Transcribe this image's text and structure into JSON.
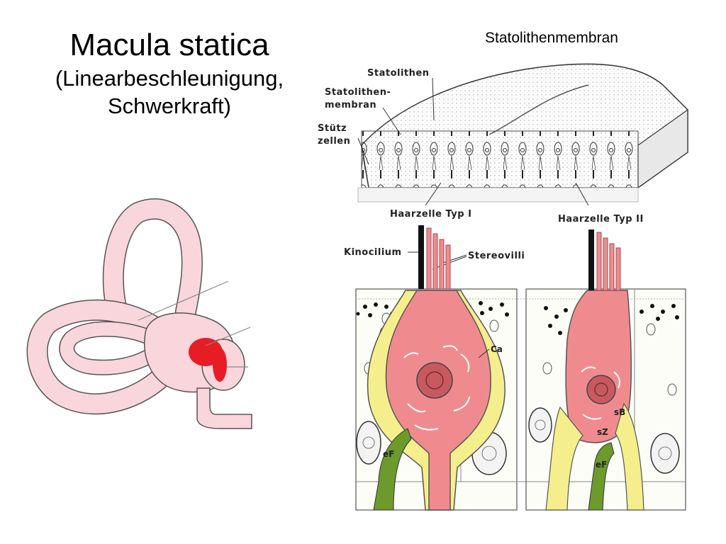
{
  "title": {
    "line1": "Macula statica",
    "line2": "(Linearbeschleunigung,",
    "line3": "Schwerkraft)"
  },
  "top_label": "Statolithenmembran",
  "top_diagram": {
    "labels": {
      "statolithen": "Statolithen",
      "membran_1": "Statolithen-",
      "membran_2": "membran",
      "stuetz_1": "Stütz",
      "stuetz_2": "zellen"
    }
  },
  "cell_diagram": {
    "labels": {
      "typ1": "Haarzelle  Typ  I",
      "typ2": "Haarzelle  Typ  II",
      "kinocilium": "Kinocilium",
      "stereovilli": "Stereovilli",
      "ca": "Ca",
      "ef_left": "eF",
      "ef_right": "eF",
      "sb": "sB",
      "sz": "sZ"
    }
  },
  "colors": {
    "hair_cell": "#ef8b8f",
    "calyx": "#f4ef8c",
    "efferent": "#6d9a2c",
    "labyrinth": "#f9d6dc",
    "macula_spot": "#e61d25"
  }
}
